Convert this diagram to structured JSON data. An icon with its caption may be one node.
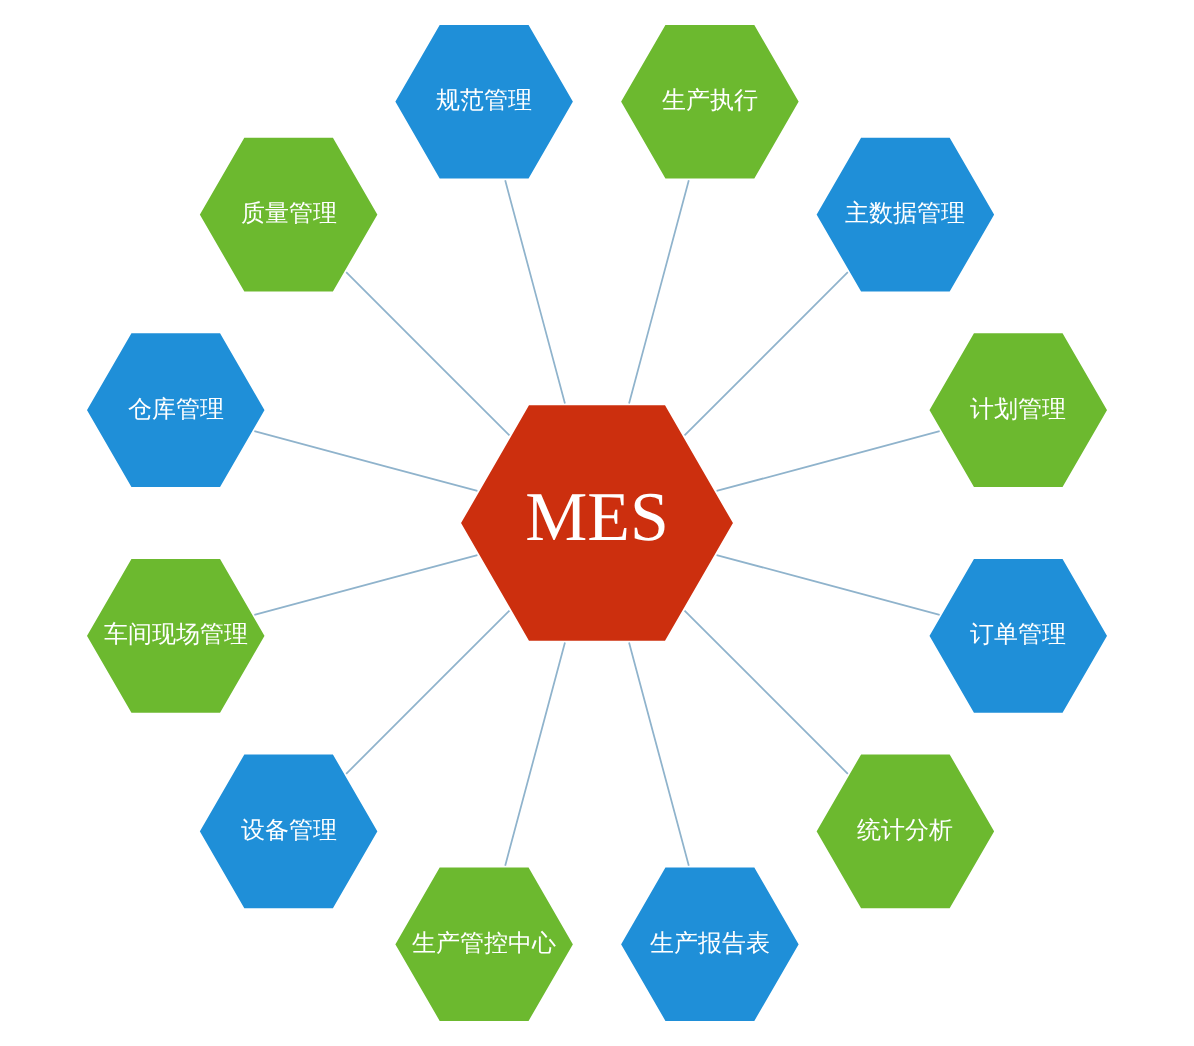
{
  "diagram": {
    "nodes": [
      {
        "text": [
          "MES"
        ]
      },
      {
        "text": [
          "计划管理"
        ]
      },
      {
        "text": [
          "主数据管理"
        ]
      },
      {
        "text": [
          "生产执行"
        ]
      },
      {
        "text": [
          "规范管理"
        ]
      },
      {
        "text": [
          "质量管理"
        ]
      },
      {
        "text": [
          "仓库管理"
        ]
      },
      {
        "text": [
          "车间现场管理"
        ]
      },
      {
        "text": [
          "设备管理"
        ]
      },
      {
        "text": [
          "生产管控中心"
        ]
      },
      {
        "text": [
          "生产报告表"
        ]
      },
      {
        "text": [
          "统计分析"
        ]
      },
      {
        "text": [
          "订单管理"
        ]
      }
    ],
    "edges": [
      {
        "from": 0,
        "to": 1,
        "arrow": "none"
      },
      {
        "from": 0,
        "to": 2,
        "arrow": "none"
      },
      {
        "from": 0,
        "to": 3,
        "arrow": "none"
      },
      {
        "from": 0,
        "to": 4,
        "arrow": "none"
      },
      {
        "from": 0,
        "to": 5,
        "arrow": "none"
      },
      {
        "from": 0,
        "to": 6,
        "arrow": "none"
      },
      {
        "from": 0,
        "to": 7,
        "arrow": "none"
      },
      {
        "from": 0,
        "to": 8,
        "arrow": "none"
      },
      {
        "from": 0,
        "to": 9,
        "arrow": "none"
      },
      {
        "from": 0,
        "to": 10,
        "arrow": "none"
      },
      {
        "from": 0,
        "to": 11,
        "arrow": "none"
      },
      {
        "from": 0,
        "to": 12,
        "arrow": "none"
      }
    ]
  }
}
